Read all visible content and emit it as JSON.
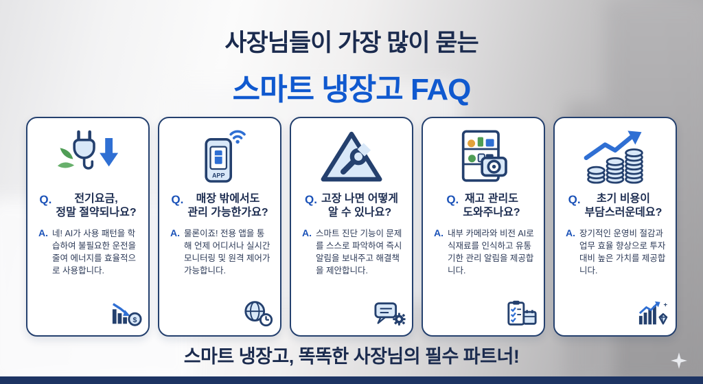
{
  "colors": {
    "accent_blue": "#1059cf",
    "navy": "#1b2b4e",
    "card_border": "#24406e",
    "bottom_bar": "#1d3463",
    "icon_light_fill": "#d9e8f8"
  },
  "header": {
    "line1": "사장님들이 가장 많이 묻는",
    "line2": "스마트 냉장고 FAQ"
  },
  "labels": {
    "q": "Q.",
    "a": "A."
  },
  "cards": [
    {
      "icon": "plug-energy-saving-icon",
      "q_line1": "전기요금,",
      "q_line2": "정말 절약되나요?",
      "answer": "네! AI가 사용 패턴을 학습하여 불필요한 운전을 줄여 에너지를 효율적으로 사용합니다.",
      "footer_icon": "declining-chart-dollar-icon"
    },
    {
      "icon": "smartphone-app-wifi-icon",
      "q_line1": "매장 밖에서도",
      "q_line2": "관리 가능한가요?",
      "answer": "물론이죠! 전용 앱을 통해 언제 어디서나 실시간 모니터링 및 원격 제어가 가능합니다.",
      "footer_icon": "globe-clock-icon"
    },
    {
      "icon": "warning-triangle-wrench-icon",
      "q_line1": "고장 나면 어떻게",
      "q_line2": "알 수 있나요?",
      "answer": "스마트 진단 기능이 문제를 스스로 파악하여 즉시 알림을 보내주고 해결책을 제안합니다.",
      "footer_icon": "chat-bubble-gear-icon"
    },
    {
      "icon": "fridge-camera-icon",
      "q_line1": "재고 관리도",
      "q_line2": "도와주나요?",
      "answer": "내부 카메라와 비전 AI로 식재료를 인식하고 유통기한 관리 알림을 제공합니다.",
      "footer_icon": "checklist-calendar-icon"
    },
    {
      "icon": "coin-stacks-growth-icon",
      "q_line1": "초기 비용이",
      "q_line2": "부담스러운데요?",
      "answer": "장기적인 운영비 절감과 업무 효율 향상으로 투자 대비 높은 가치를 제공합니다.",
      "footer_icon": "growth-chart-diamond-icon"
    }
  ],
  "footer": {
    "tagline": "스마트 냉장고, 똑똑한 사장님의 필수 파트너!"
  },
  "decor": {
    "sparkle": "four-point-star"
  }
}
